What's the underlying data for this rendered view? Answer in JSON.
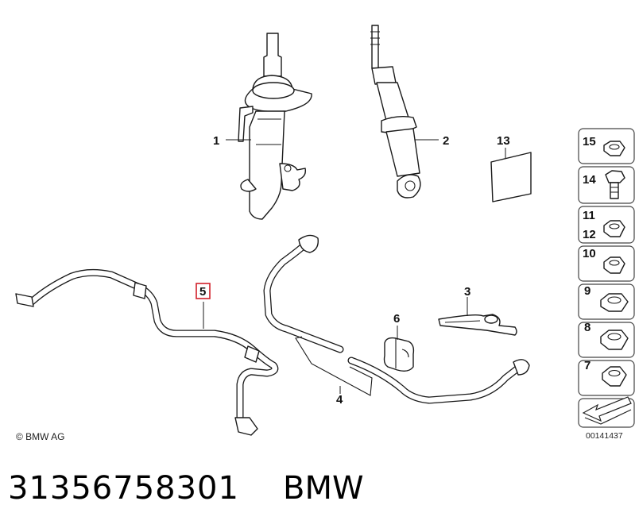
{
  "diagram": {
    "callouts": {
      "strut": "1",
      "shock": "2",
      "bracket": "3",
      "bar_assembly": "4",
      "bar": "5",
      "bush": "6",
      "nut7": "7",
      "nut8": "8",
      "nut9": "9",
      "nut10": "10",
      "nut11": "11",
      "nut12": "12",
      "label13": "13",
      "bolt14": "14",
      "nut15": "15"
    },
    "copyright": "© BMW AG",
    "image_id": "00141437"
  },
  "footer": {
    "part_number": "31356758301",
    "brand": "BMW"
  },
  "colors": {
    "highlight": "#d0202a",
    "line": "#1a1a1a"
  }
}
